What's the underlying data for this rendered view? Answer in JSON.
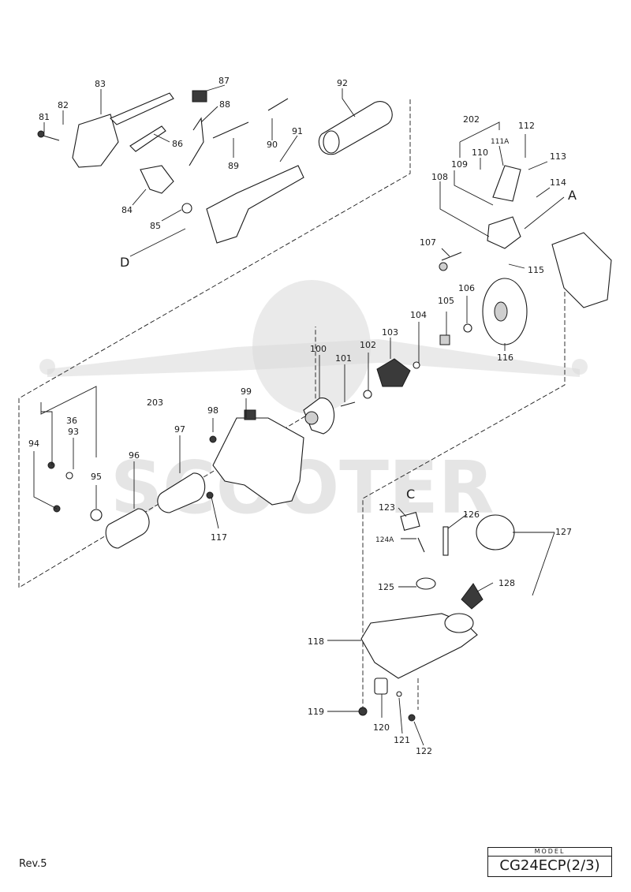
{
  "footer": {
    "revision": "Rev.5",
    "model_caption": "MODEL",
    "model_name": "CG24ECP(2/3)"
  },
  "watermark": {
    "text": "SCOOTER"
  },
  "views": [
    "A",
    "C",
    "D"
  ],
  "parts": [
    "81",
    "82",
    "83",
    "84",
    "85",
    "86",
    "87",
    "88",
    "89",
    "90",
    "91",
    "92",
    "93",
    "94",
    "95",
    "96",
    "97",
    "98",
    "99",
    "100",
    "101",
    "102",
    "103",
    "104",
    "105",
    "106",
    "107",
    "108",
    "109",
    "110",
    "111A",
    "112",
    "113",
    "114",
    "115",
    "116",
    "117",
    "118",
    "119",
    "120",
    "121",
    "122",
    "123",
    "124A",
    "125",
    "126",
    "127",
    "128",
    "202",
    "203",
    "36"
  ],
  "colors": {
    "ink": "#1a1a1a",
    "watermark": "#d5d5d5"
  }
}
